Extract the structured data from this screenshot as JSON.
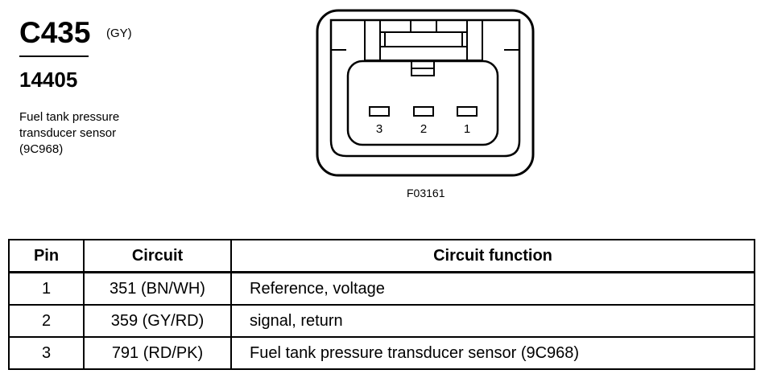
{
  "header": {
    "connector_code": "C435",
    "connector_color": "(GY)",
    "part_number": "14405",
    "description_lines": [
      "Fuel tank pressure",
      "transducer sensor",
      "(9C968)"
    ]
  },
  "diagram": {
    "pin_labels": [
      "3",
      "2",
      "1"
    ],
    "figure_code": "F03161"
  },
  "table": {
    "headers": {
      "pin": "Pin",
      "circuit": "Circuit",
      "function": "Circuit function"
    },
    "rows": [
      {
        "pin": "1",
        "circuit": "351 (BN/WH)",
        "function": "Reference, voltage"
      },
      {
        "pin": "2",
        "circuit": "359 (GY/RD)",
        "function": "signal, return"
      },
      {
        "pin": "3",
        "circuit": "791 (RD/PK)",
        "function": "Fuel tank pressure transducer sensor (9C968)"
      }
    ]
  }
}
